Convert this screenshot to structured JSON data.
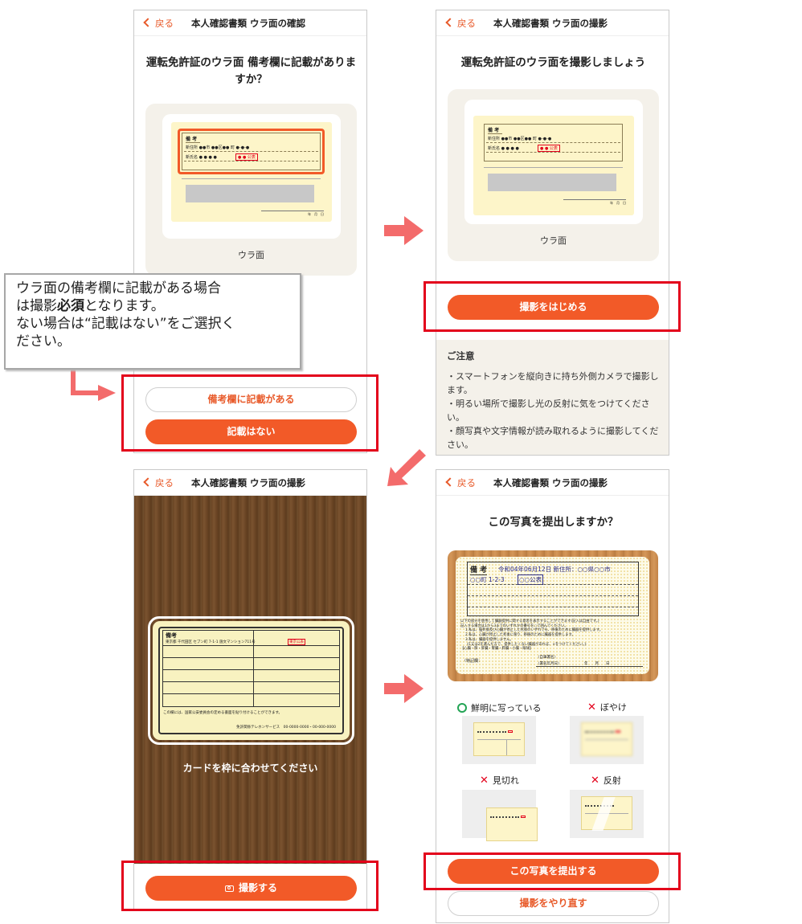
{
  "common": {
    "back_label": "戻る"
  },
  "screen1": {
    "header_title": "本人確認書類 ウラ面の確認",
    "question": "運転免許証のウラ面 備考欄に記載がありますか？",
    "card_caption": "ウラ面",
    "card_text": {
      "bikou": "備 考",
      "line1": "新住所 ●●市 ●●区●● 町 ●-●-●",
      "line2": "新氏名 ● ● ● ●",
      "stamp": "● ● 公表",
      "date": "年　月　日"
    },
    "btn_has_note": "備考欄に記載がある",
    "btn_no_note": "記載はない"
  },
  "callout": {
    "line1": "ウラ面の備考欄に記載がある場合",
    "line2_a": "は撮影",
    "line2_bold": "必須",
    "line2_b": "となります。",
    "line3": "ない場合は“記載はない”をご選択く",
    "line4": "ださい。"
  },
  "screen2": {
    "header_title": "本人確認書類 ウラ面の撮影",
    "heading": "運転免許証のウラ面を撮影しましょう",
    "card_caption": "ウラ面",
    "card_text": {
      "bikou": "備 考",
      "line1": "新住所 ●●市 ●●区●● 町 ●-●-●",
      "line2": "新氏名 ● ● ● ●",
      "stamp": "● ● 公表",
      "date": "年　月　日"
    },
    "btn_start": "撮影をはじめる",
    "notes_title": "ご注意",
    "notes": [
      "・スマートフォンを縦向きに持ち外側カメラで撮影します。",
      "・明るい場所で撮影し光の反射に気をつけてください。",
      "・顔写真や文字情報が読み取れるように撮影してください。"
    ]
  },
  "screen3": {
    "header_title": "本人確認書類 ウラ面の撮影",
    "card_text": {
      "bikou": "備考",
      "line1": "東京都 千代田区 セブン町 7-1-1 施文マンション711号",
      "stamp": "東京公表",
      "notice": "この欄には、国家公安委員会の定める書面を貼り付けることができます。",
      "footer": "免許関係テレホンサービス　00-0000-0000・00-000-0000"
    },
    "guide_text": "カードを枠に合わせてください",
    "btn_shoot": "撮影する"
  },
  "screen4": {
    "header_title": "本人確認書類 ウラ面の撮影",
    "question": "この写真を提出しますか？",
    "photo_text": {
      "bikou": "備 考",
      "line1": "令和04年06月12日 新住所：○○県○○市",
      "line2": "○○町 1-2-3",
      "stamp": "○○公表",
      "fine1": "以下の部分を使用して臓器提供に関する意思を表示することができます(記入は自由です。)",
      "fine2": "記入する場合は1から3までのいずれかの番号を○で囲んでください。",
      "fine3": "1.私は、脳死後及び心臓が停止した死後のいずれでも、移植のために臓器を提供します。",
      "fine4": "2.私は、心臓が停止した死後に限り、移植のために臓器を提供します。",
      "fine5": "3.私は、臓器を提供しません。",
      "fine6": "《1又は2を選んだ方で、提供したくない臓器があれば、×をつけてください。》",
      "fine7": "【心臓・肺・肝臓・腎臓・膵臓・小腸・眼球】",
      "sign_label": "〈特記欄：",
      "sign_name": "〈自筆署名〉",
      "sign_date": "〈署名年月日〉",
      "sign_ymd": "年　　月　　日"
    },
    "examples": [
      {
        "status": "ok",
        "label": "鮮明に写っている"
      },
      {
        "status": "ng",
        "label": "ぼやけ"
      },
      {
        "status": "ng",
        "label": "見切れ"
      },
      {
        "status": "ng",
        "label": "反射"
      }
    ],
    "btn_submit": "この写真を提出する",
    "btn_retake": "撮影をやり直す"
  }
}
